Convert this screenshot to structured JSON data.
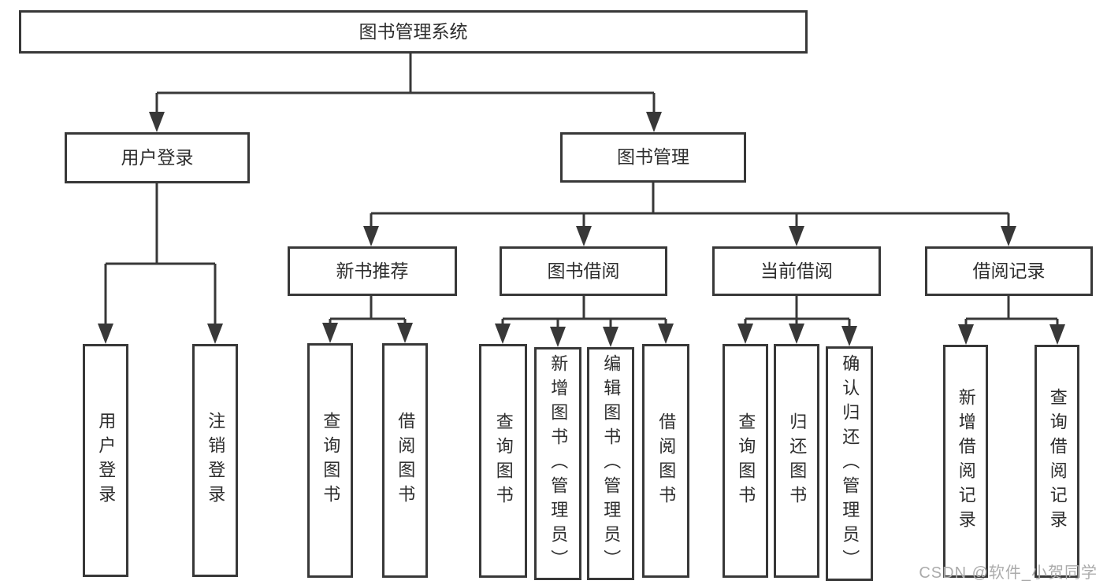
{
  "diagram": {
    "title": "图书管理系统",
    "colors": {
      "line": "#383838",
      "text": "#2d2d2d",
      "box_background": "#ffffff",
      "watermark": "#ababab"
    },
    "watermark": {
      "text": "CSDN @软件_小贺同学"
    },
    "nodes": {
      "root": {
        "label": "图书管理系统",
        "children": [
          "user_login",
          "book_mgmt"
        ]
      },
      "user_login": {
        "label": "用户登录",
        "children": [
          "leaf_user_login",
          "leaf_logout"
        ]
      },
      "book_mgmt": {
        "label": "图书管理",
        "children": [
          "new_book_rec",
          "book_borrow",
          "current_borrow",
          "borrow_records"
        ]
      },
      "new_book_rec": {
        "label": "新书推荐",
        "children": [
          "leaf_nbr_query",
          "leaf_nbr_borrow"
        ]
      },
      "book_borrow": {
        "label": "图书借阅",
        "children": [
          "leaf_bb_query",
          "leaf_bb_add",
          "leaf_bb_edit",
          "leaf_bb_borrow"
        ]
      },
      "current_borrow": {
        "label": "当前借阅",
        "children": [
          "leaf_cb_query",
          "leaf_cb_return",
          "leaf_cb_confirm"
        ]
      },
      "borrow_records": {
        "label": "借阅记录",
        "children": [
          "leaf_br_add",
          "leaf_br_query"
        ]
      },
      "leaf_user_login": {
        "label": "用户登录"
      },
      "leaf_logout": {
        "label": "注销登录"
      },
      "leaf_nbr_query": {
        "label": "查询图书"
      },
      "leaf_nbr_borrow": {
        "label": "借阅图书"
      },
      "leaf_bb_query": {
        "label": "查询图书"
      },
      "leaf_bb_add": {
        "label": "新增图书（管理员）"
      },
      "leaf_bb_edit": {
        "label": "编辑图书（管理员）"
      },
      "leaf_bb_borrow": {
        "label": "借阅图书"
      },
      "leaf_cb_query": {
        "label": "查询图书"
      },
      "leaf_cb_return": {
        "label": "归还图书"
      },
      "leaf_cb_confirm": {
        "label": "确认归还（管理员）"
      },
      "leaf_br_add": {
        "label": "新增借阅记录"
      },
      "leaf_br_query": {
        "label": "查询借阅记录"
      }
    }
  }
}
